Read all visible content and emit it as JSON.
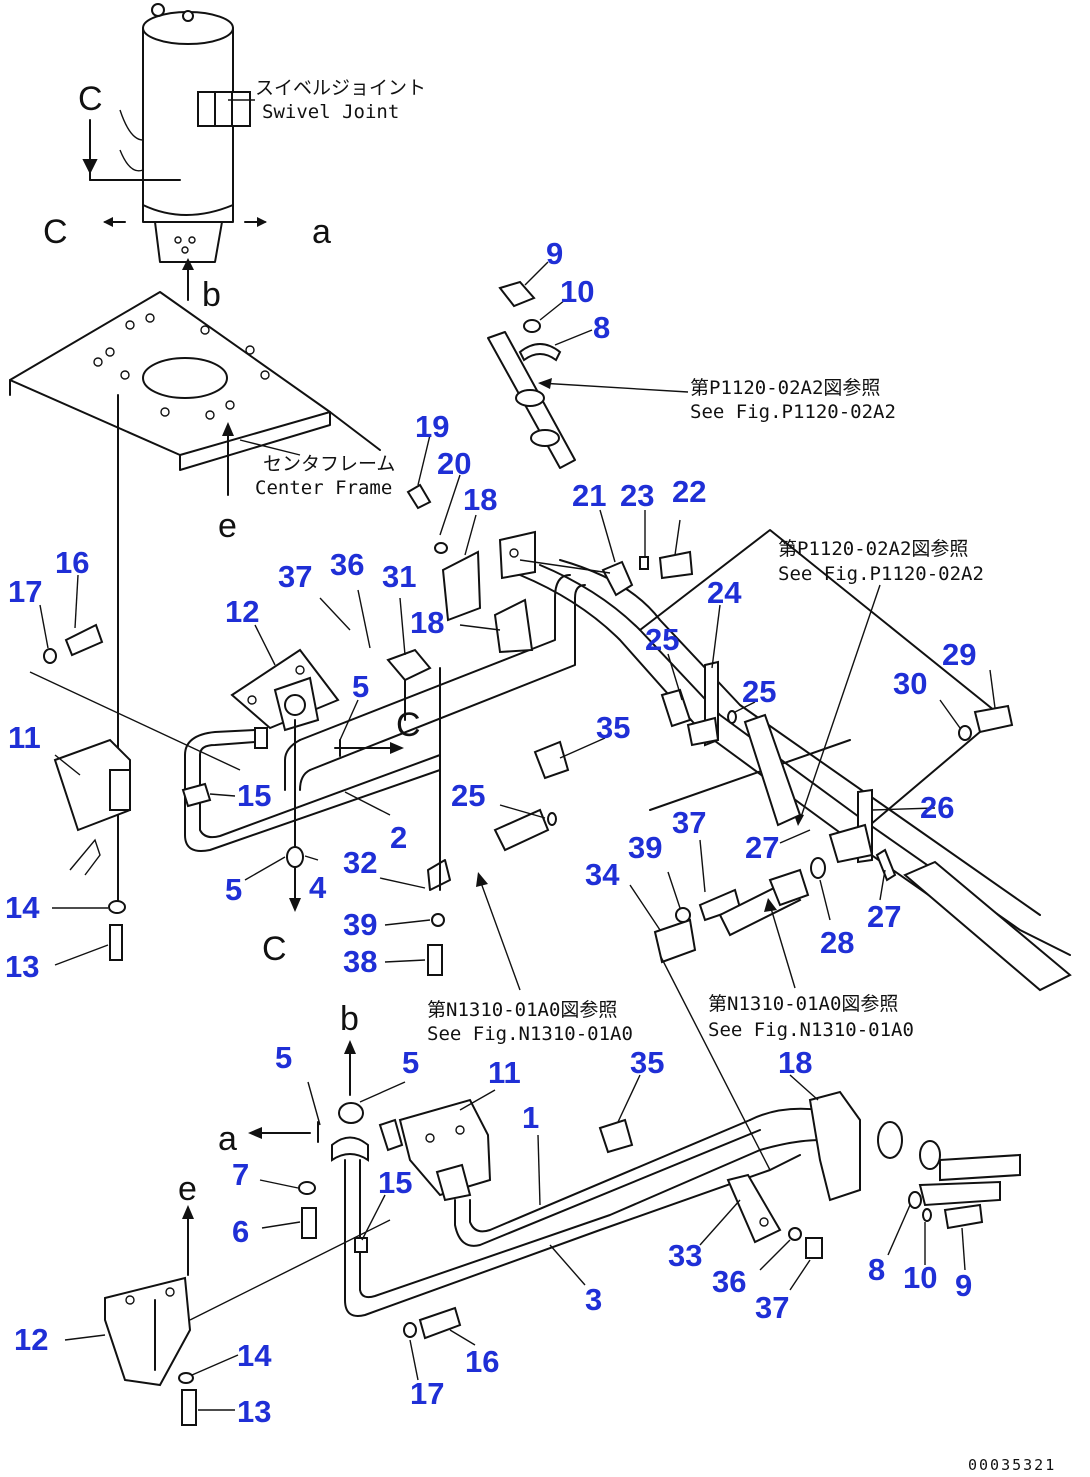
{
  "notes": {
    "swivel_jp": "スイベルジョイント",
    "swivel_en": "Swivel Joint",
    "center_jp": "センタフレーム",
    "center_en": "Center Frame",
    "ref_p1120_1_jp": "第P1120-02A2図参照",
    "ref_p1120_1_en": "See Fig.P1120-02A2",
    "ref_p1120_2_jp": "第P1120-02A2図参照",
    "ref_p1120_2_en": "See Fig.P1120-02A2",
    "ref_n1310_1_jp": "第N1310-01A0図参照",
    "ref_n1310_1_en": "See Fig.N1310-01A0",
    "ref_n1310_2_jp": "第N1310-01A0図参照",
    "ref_n1310_2_en": "See Fig.N1310-01A0"
  },
  "arrows": {
    "c1": "C",
    "c2": "C",
    "c3": "C",
    "c4": "C",
    "a1": "a",
    "a2": "a",
    "b1": "b",
    "b2": "b",
    "e1": "e",
    "e2": "e"
  },
  "drawing_code": "00035321",
  "callouts": [
    {
      "id": "c01",
      "label": "9"
    },
    {
      "id": "c02",
      "label": "10"
    },
    {
      "id": "c03",
      "label": "8"
    },
    {
      "id": "c04",
      "label": "19"
    },
    {
      "id": "c05",
      "label": "20"
    },
    {
      "id": "c06",
      "label": "18"
    },
    {
      "id": "c07",
      "label": "21"
    },
    {
      "id": "c08",
      "label": "23"
    },
    {
      "id": "c09",
      "label": "22"
    },
    {
      "id": "c10",
      "label": "16"
    },
    {
      "id": "c11",
      "label": "17"
    },
    {
      "id": "c12",
      "label": "37"
    },
    {
      "id": "c13",
      "label": "36"
    },
    {
      "id": "c14",
      "label": "31"
    },
    {
      "id": "c15",
      "label": "18"
    },
    {
      "id": "c16",
      "label": "12"
    },
    {
      "id": "c17",
      "label": "24"
    },
    {
      "id": "c18",
      "label": "25"
    },
    {
      "id": "c19",
      "label": "29"
    },
    {
      "id": "c20",
      "label": "30"
    },
    {
      "id": "c21",
      "label": "5"
    },
    {
      "id": "c22",
      "label": "25"
    },
    {
      "id": "c23",
      "label": "11"
    },
    {
      "id": "c24",
      "label": "35"
    },
    {
      "id": "c25",
      "label": "15"
    },
    {
      "id": "c26",
      "label": "25"
    },
    {
      "id": "c27",
      "label": "26"
    },
    {
      "id": "c28",
      "label": "2"
    },
    {
      "id": "c29",
      "label": "27"
    },
    {
      "id": "c30",
      "label": "37"
    },
    {
      "id": "c31",
      "label": "39"
    },
    {
      "id": "c32",
      "label": "5"
    },
    {
      "id": "c33",
      "label": "4"
    },
    {
      "id": "c34",
      "label": "32"
    },
    {
      "id": "c35",
      "label": "34"
    },
    {
      "id": "c36",
      "label": "14"
    },
    {
      "id": "c37",
      "label": "39"
    },
    {
      "id": "c38",
      "label": "27"
    },
    {
      "id": "c39",
      "label": "28"
    },
    {
      "id": "c40",
      "label": "13"
    },
    {
      "id": "c41",
      "label": "38"
    },
    {
      "id": "c42",
      "label": "5"
    },
    {
      "id": "c43",
      "label": "5"
    },
    {
      "id": "c44",
      "label": "11"
    },
    {
      "id": "c45",
      "label": "35"
    },
    {
      "id": "c46",
      "label": "18"
    },
    {
      "id": "c47",
      "label": "1"
    },
    {
      "id": "c48",
      "label": "7"
    },
    {
      "id": "c49",
      "label": "15"
    },
    {
      "id": "c50",
      "label": "6"
    },
    {
      "id": "c51",
      "label": "33"
    },
    {
      "id": "c52",
      "label": "8"
    },
    {
      "id": "c53",
      "label": "10"
    },
    {
      "id": "c54",
      "label": "9"
    },
    {
      "id": "c55",
      "label": "36"
    },
    {
      "id": "c56",
      "label": "3"
    },
    {
      "id": "c57",
      "label": "37"
    },
    {
      "id": "c58",
      "label": "12"
    },
    {
      "id": "c59",
      "label": "14"
    },
    {
      "id": "c60",
      "label": "16"
    },
    {
      "id": "c61",
      "label": "13"
    },
    {
      "id": "c62",
      "label": "17"
    }
  ]
}
